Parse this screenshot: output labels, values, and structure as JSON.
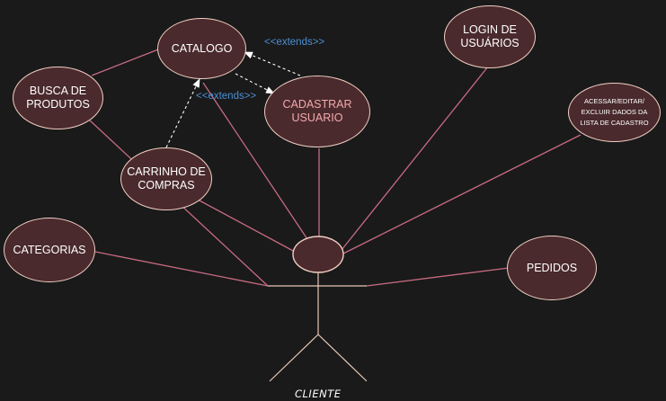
{
  "diagram": {
    "use_cases": {
      "catalogo": "CATALOGO",
      "busca": "BUSCA DE\nPRODUTOS",
      "carrinho": "CARRINHO DE\nCOMPRAS",
      "categorias": "CATEGORIAS",
      "cadastrar": "CADASTRAR\nUSUARIO",
      "login": "LOGIN DE\nUSUÁRIOS",
      "acessar": "ACESSAR/EDITAR/\nEXCLUIR DADOS DA\nLISTA DE CADASTRO",
      "pedidos": "PEDIDOS"
    },
    "extends_label_1": "<<extends>>",
    "extends_label_2": "<<extends>>",
    "actor": "CLIENTE",
    "colors": {
      "background": "#1a1a1a",
      "use_case_fill": "#4a2a2c",
      "use_case_border": "#f2cfc4",
      "association_line": "#c86b82",
      "extends_color": "#4a8fd6",
      "dashed_arrow": "#ffffff",
      "actor_stroke": "#e8c8b8",
      "cadastrar_text": "#f4a8b0"
    }
  }
}
